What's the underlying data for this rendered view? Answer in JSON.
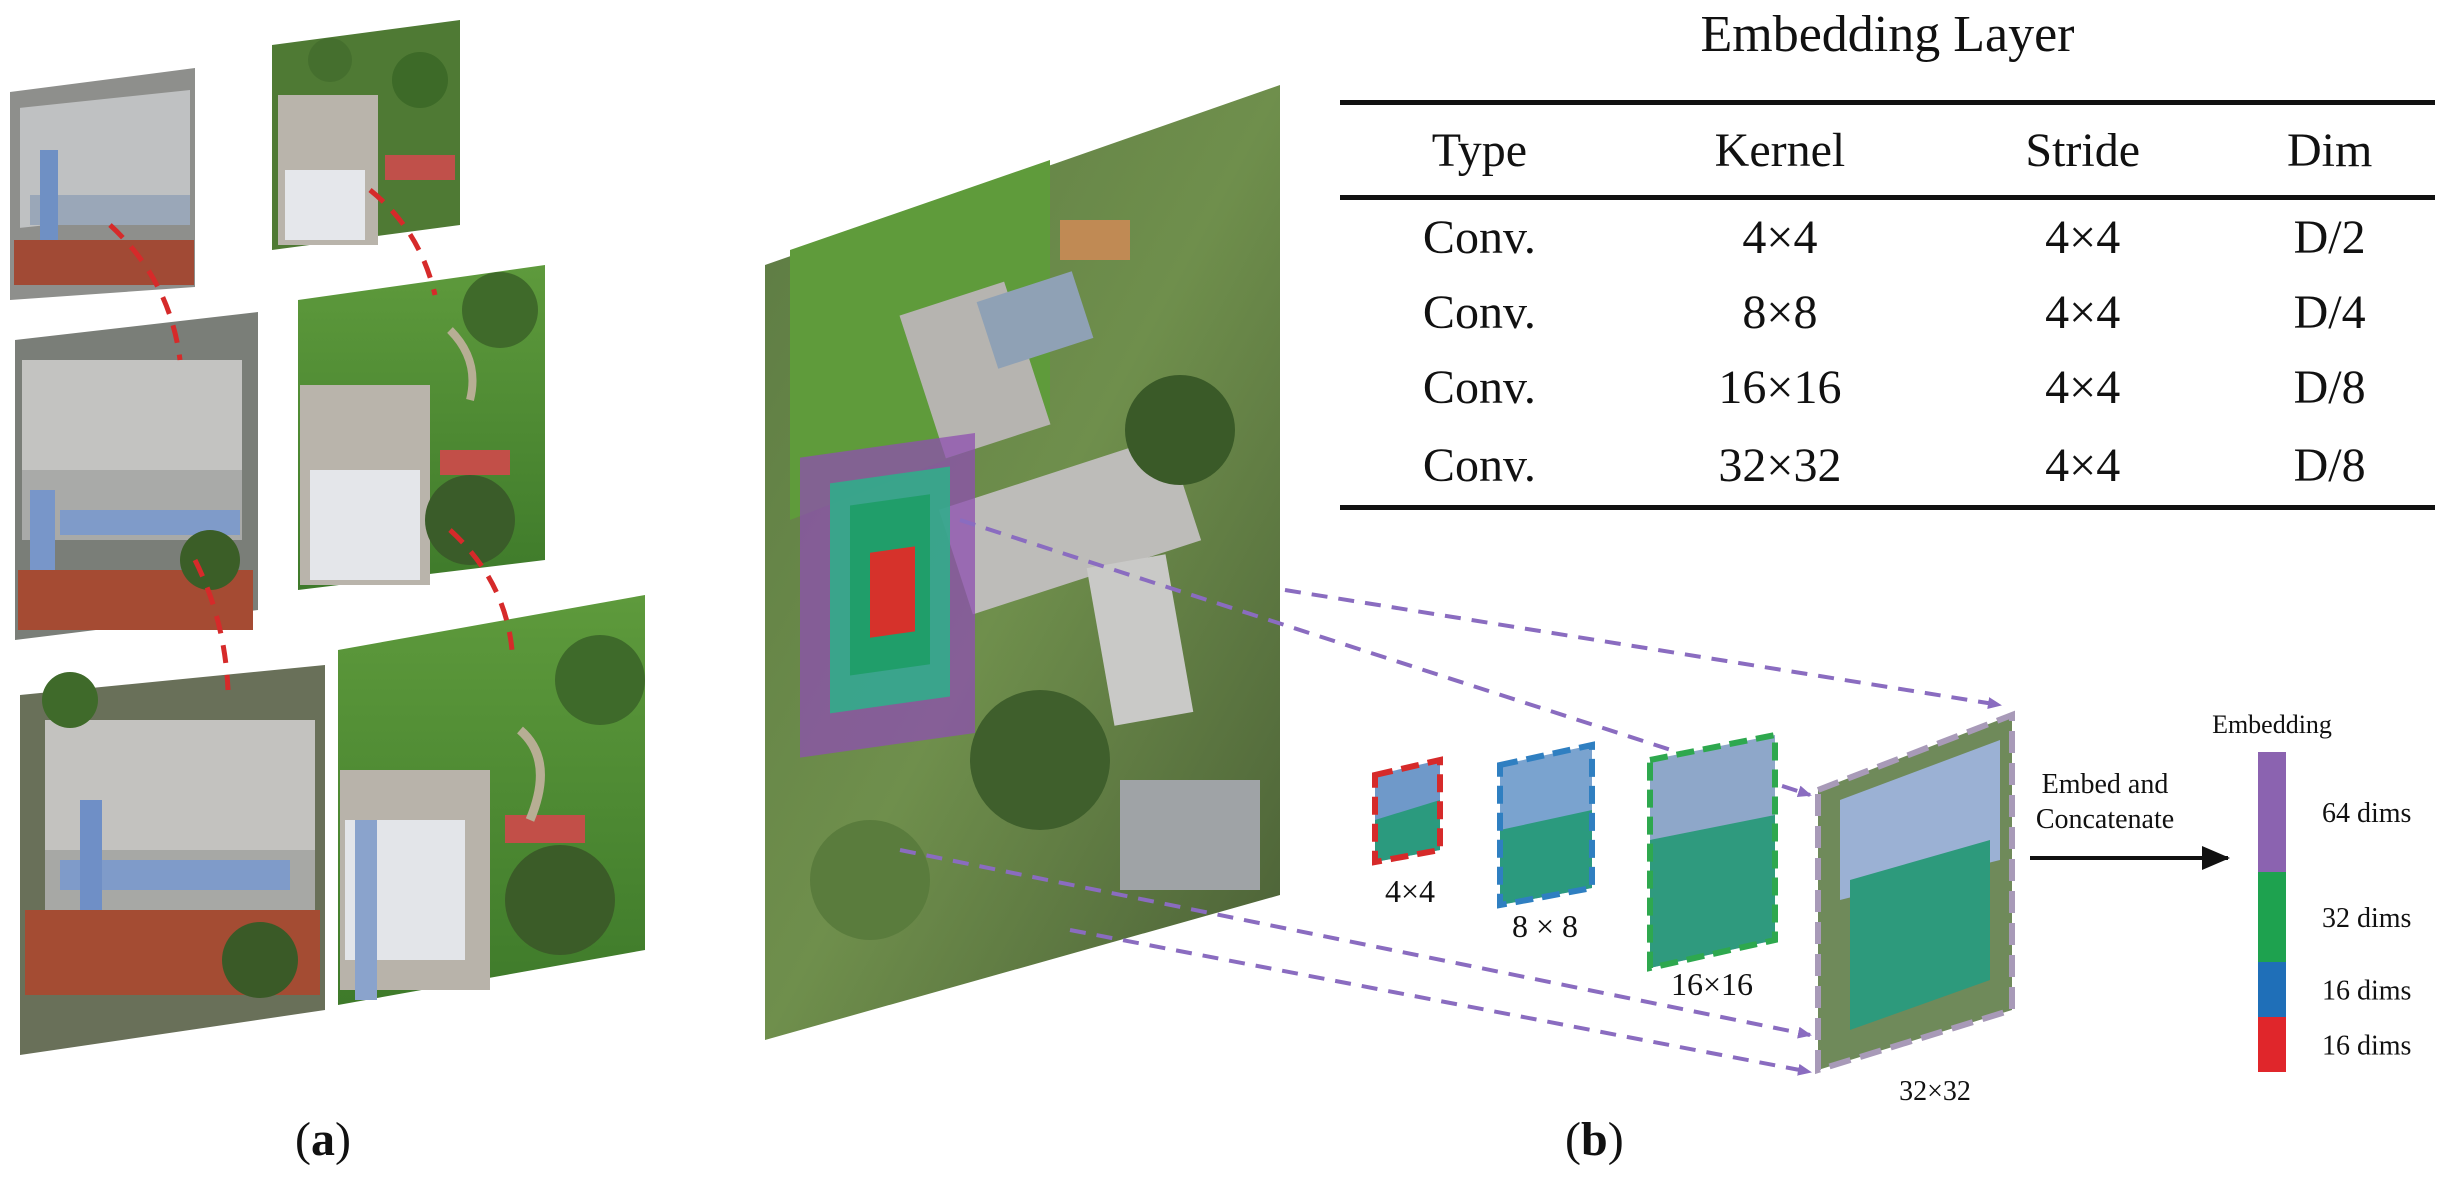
{
  "captions": {
    "a": "a",
    "b": "b"
  },
  "embedding_table": {
    "title": "Embedding Layer",
    "headers": [
      "Type",
      "Kernel",
      "Stride",
      "Dim"
    ],
    "rows": [
      [
        "Conv.",
        "4×4",
        "4×4",
        "D/2"
      ],
      [
        "Conv.",
        "8×8",
        "4×4",
        "D/4"
      ],
      [
        "Conv.",
        "16×16",
        "4×4",
        "D/8"
      ],
      [
        "Conv.",
        "32×32",
        "4×4",
        "D/8"
      ]
    ]
  },
  "patches": {
    "labels": [
      "4×4",
      "8 × 8",
      "16×16",
      "32×32"
    ]
  },
  "embed_step": {
    "line1": "Embed and",
    "line2": "Concatenate"
  },
  "embedding_bar": {
    "title": "Embedding",
    "segments": [
      {
        "label": "64 dims",
        "color": "#8b63b0"
      },
      {
        "label": "32 dims",
        "color": "#1ea24f"
      },
      {
        "label": "16 dims",
        "color": "#1f6fb8"
      },
      {
        "label": "16 dims",
        "color": "#e0262b"
      }
    ]
  },
  "colors": {
    "dash_purple": "#8a6cc0",
    "dash_red": "#d62a2a",
    "dash_blue": "#2f7fc1",
    "dash_green": "#2ea84e"
  }
}
